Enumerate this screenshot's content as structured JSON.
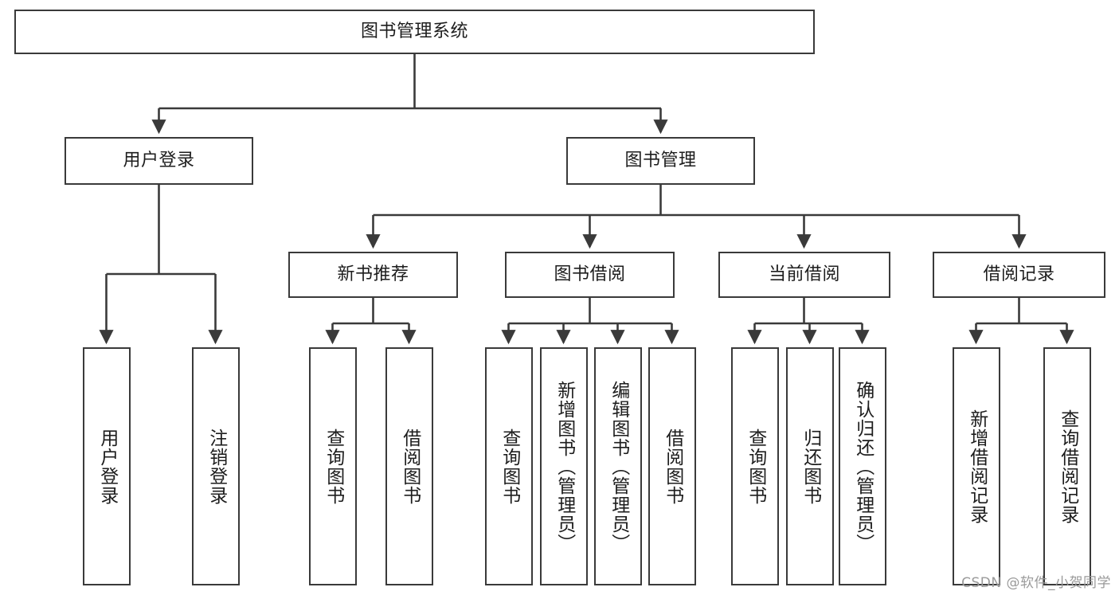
{
  "diagram": {
    "title": "图书管理系统",
    "type": "tree-hierarchy-diagram",
    "line_color": "#3a3a3a",
    "box_fill": "#ffffff",
    "text_color": "#1d1d1d",
    "root": {
      "label": "图书管理系统"
    },
    "level1": [
      {
        "label": "用户登录"
      },
      {
        "label": "图书管理"
      }
    ],
    "level2": [
      {
        "label": "新书推荐"
      },
      {
        "label": "图书借阅"
      },
      {
        "label": "当前借阅"
      },
      {
        "label": "借阅记录"
      }
    ],
    "leaves": {
      "user_login": [
        {
          "label": "用户登录"
        },
        {
          "label": "注销登录"
        }
      ],
      "new_book_recommend": [
        {
          "label": "查询图书"
        },
        {
          "label": "借阅图书"
        }
      ],
      "book_borrow": [
        {
          "label": "查询图书"
        },
        {
          "label": "新增图书（管理员）"
        },
        {
          "label": "编辑图书（管理员）"
        },
        {
          "label": "借阅图书"
        }
      ],
      "current_borrow": [
        {
          "label": "查询图书"
        },
        {
          "label": "归还图书"
        },
        {
          "label": "确认归还（管理员）"
        }
      ],
      "borrow_record": [
        {
          "label": "新增借阅记录"
        },
        {
          "label": "查询借阅记录"
        }
      ]
    }
  },
  "watermark": {
    "text": "CSDN @软件_小贺同学"
  }
}
